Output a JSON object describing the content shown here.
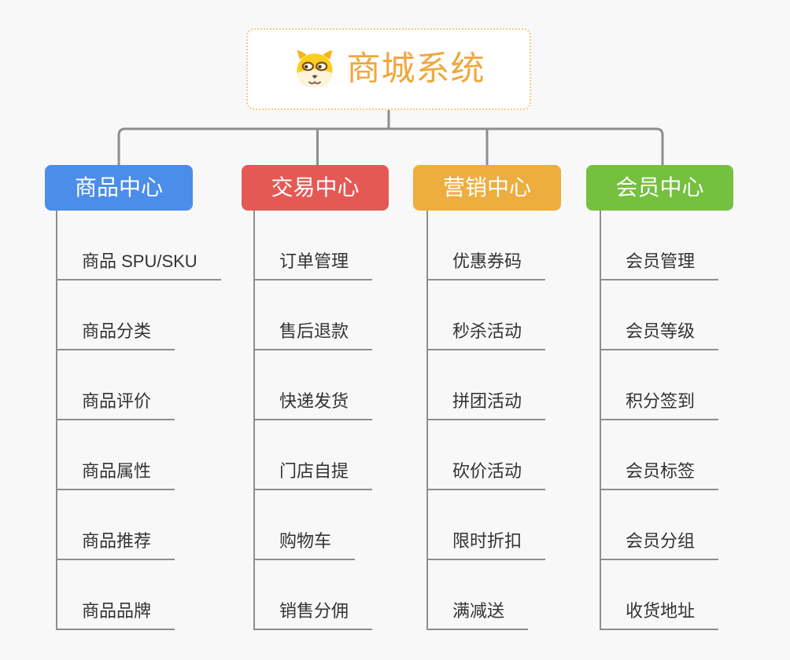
{
  "app": {
    "background_color": "#F8F8F9",
    "connector_color": "#8E8E8E",
    "leaf_text_color": "#333333"
  },
  "root": {
    "title": "商城系统",
    "icon": "dog-face-icon",
    "text_color": "#F1A73C",
    "border_color": "#F3CA83"
  },
  "branches": [
    {
      "id": "product-center",
      "label": "商品中心",
      "color": "#4B8DE9",
      "children": [
        "商品 SPU/SKU",
        "商品分类",
        "商品评价",
        "商品属性",
        "商品推荐",
        "商品品牌"
      ]
    },
    {
      "id": "trade-center",
      "label": "交易中心",
      "color": "#E55955",
      "children": [
        "订单管理",
        "售后退款",
        "快递发货",
        "门店自提",
        "购物车",
        "销售分佣"
      ]
    },
    {
      "id": "marketing-center",
      "label": "营销中心",
      "color": "#EDAD3F",
      "children": [
        "优惠券码",
        "秒杀活动",
        "拼团活动",
        "砍价活动",
        "限时折扣",
        "满减送"
      ]
    },
    {
      "id": "member-center",
      "label": "会员中心",
      "color": "#75C03F",
      "children": [
        "会员管理",
        "会员等级",
        "积分签到",
        "会员标签",
        "会员分组",
        "收货地址"
      ]
    }
  ]
}
